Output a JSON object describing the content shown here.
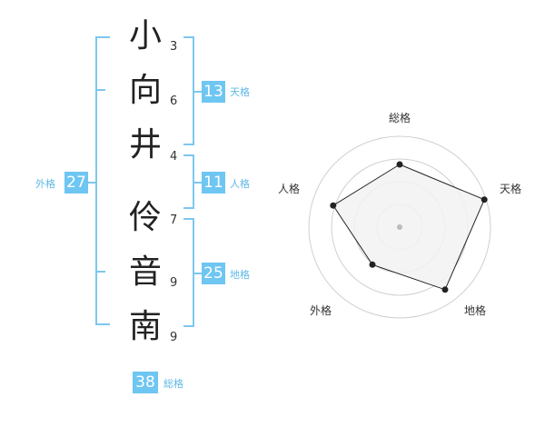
{
  "name": {
    "characters": [
      {
        "char": "小",
        "strokes": "3"
      },
      {
        "char": "向",
        "strokes": "6"
      },
      {
        "char": "井",
        "strokes": "4"
      },
      {
        "char": "伶",
        "strokes": "7"
      },
      {
        "char": "音",
        "strokes": "9"
      },
      {
        "char": "南",
        "strokes": "9"
      }
    ]
  },
  "kakusu": {
    "tenkaku": {
      "value": "13",
      "label": "天格"
    },
    "jinkaku": {
      "value": "11",
      "label": "人格"
    },
    "chikaku": {
      "value": "25",
      "label": "地格"
    },
    "gaikaku": {
      "value": "27",
      "label": "外格"
    },
    "soukaku": {
      "value": "38",
      "label": "総格"
    }
  },
  "radar": {
    "axes": [
      "総格",
      "天格",
      "地格",
      "外格",
      "人格"
    ],
    "values": [
      0.69,
      0.98,
      0.85,
      0.51,
      0.77
    ],
    "rings": 4,
    "colors": {
      "fill": "#f2f2f2",
      "line": "#222222",
      "ring": "#d0d0d0",
      "point": "#222222",
      "center": "#bbbbbb"
    }
  },
  "colors": {
    "bracket": "#7cc7ef",
    "badge": "#6ec6f2",
    "badge_text": "#ffffff",
    "label": "#5fb8e6"
  }
}
